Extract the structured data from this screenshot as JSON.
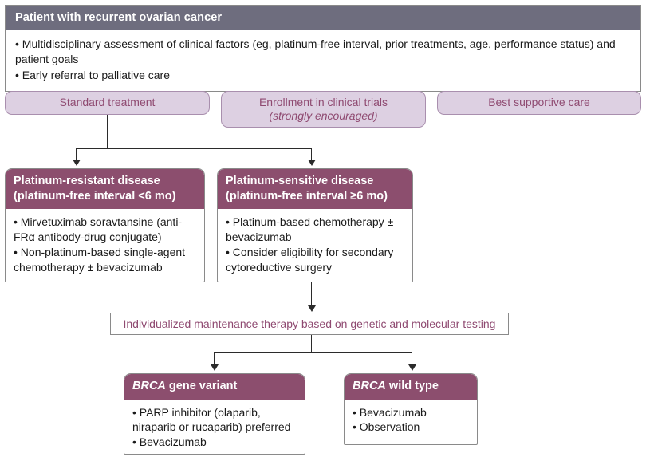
{
  "top_box": {
    "title": "Patient with recurrent ovarian cancer",
    "bullets": [
      "• Multidisciplinary assessment of clinical factors (eg, platinum-free interval, prior treatments, age, performance status) and patient goals",
      "• Early referral to palliative care"
    ]
  },
  "options": {
    "standard": "Standard treatment",
    "trials_line1": "Enrollment in clinical trials",
    "trials_line2": "(strongly encouraged)",
    "supportive": "Best supportive care"
  },
  "resistant": {
    "title_line1": "Platinum-resistant disease",
    "title_line2": "(platinum-free interval <6 mo)",
    "bullets": [
      "• Mirvetuximab soravtansine (anti-FRα antibody-drug conjugate)",
      "• Non-platinum-based single-agent chemotherapy ± bevacizumab"
    ]
  },
  "sensitive": {
    "title_line1": "Platinum-sensitive disease",
    "title_line2": "(platinum-free interval ≥6 mo)",
    "bullets": [
      "• Platinum-based chemotherapy ± bevacizumab",
      "• Consider eligibility for secondary cytoreductive surgery"
    ]
  },
  "maintenance": {
    "label": "Individualized maintenance therapy based on genetic and molecular testing"
  },
  "brca_variant": {
    "gene": "BRCA",
    "title_rest": " gene variant",
    "bullets": [
      "• PARP inhibitor (olaparib, niraparib or rucaparib) preferred",
      "• Bevacizumab"
    ]
  },
  "brca_wild": {
    "gene": "BRCA",
    "title_rest": " wild type",
    "bullets": [
      "• Bevacizumab",
      "• Observation"
    ]
  },
  "colors": {
    "header_gray_purple": "#6e6d7e",
    "plum_header": "#8c4e6e",
    "lavender_fill": "#ddd0e2",
    "lavender_border": "#a98fae",
    "accent_text": "#8f4a71",
    "body_text": "#1a1a1a",
    "box_border": "#8a8a8a",
    "connector": "#2b2b2b"
  }
}
